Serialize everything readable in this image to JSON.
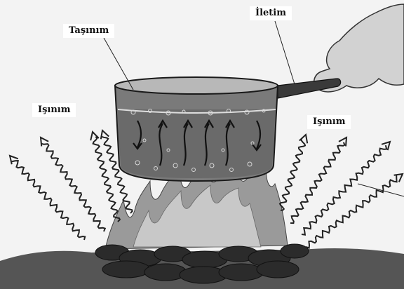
{
  "labels": {
    "convection": "Taşınım",
    "conduction": "İletim",
    "radiation_left": "Işınım",
    "radiation_right": "Işınım"
  },
  "colors": {
    "background": "#f3f3f3",
    "water": "#6a6a6a",
    "pot_rim": "#b8b8b8",
    "flame_outer": "#9a9a9a",
    "flame_inner": "#c8c8c8",
    "coal": "#2b2b2b",
    "ground": "#555555",
    "hand": "#d2d2d2",
    "wave": "#222222"
  }
}
